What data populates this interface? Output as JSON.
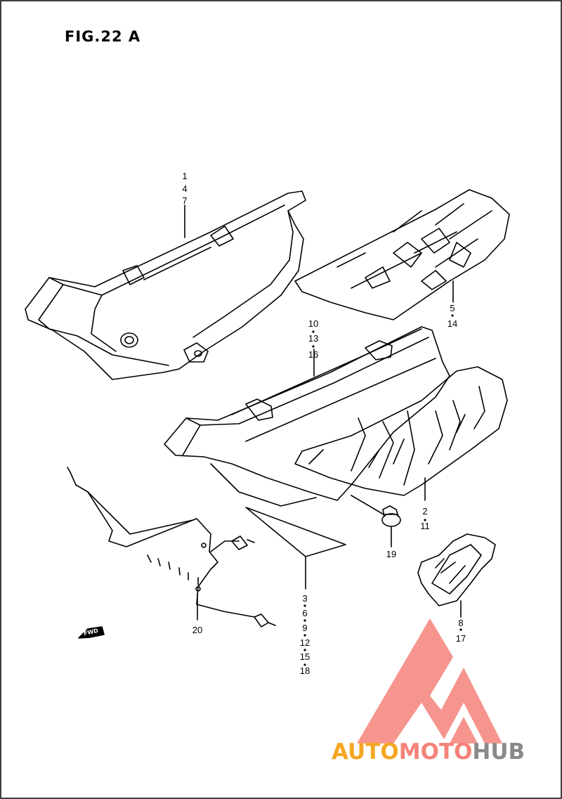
{
  "figure": {
    "title": "FIG.22 A"
  },
  "callouts": {
    "c1": "1",
    "c4": "4",
    "c7": "7",
    "c5": "5",
    "c14": "14",
    "c10": "10",
    "c13": "13",
    "c16": "16",
    "c2": "2",
    "c11": "11",
    "c19": "19",
    "c3": "3",
    "c6": "6",
    "c9": "9",
    "c12": "12",
    "c15": "15",
    "c18": "18",
    "c8": "8",
    "c17": "17",
    "c20": "20"
  },
  "fwd_label": "FWD",
  "watermark": {
    "part_a": "AUTO",
    "part_b": "MOTO",
    "part_c": "HUB",
    "color_a": "#f5a623",
    "color_b": "#f4837a",
    "color_c": "#8a8a8a"
  },
  "colors": {
    "line": "#000000",
    "background": "#ffffff"
  }
}
